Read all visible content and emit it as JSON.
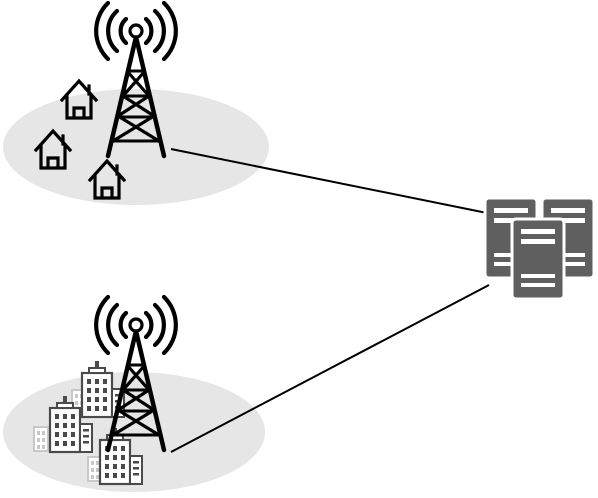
{
  "diagram": {
    "background_color": "#ffffff",
    "region_fill_color": "#e6e6e6",
    "line_color": "#000000",
    "server_color": "#5f5f5f",
    "server_detail_color": "#ffffff",
    "building_fill_color": "#ffffff",
    "building_stroke_color": "#4a4a4a",
    "ghost_building_color": "#c8c8c8",
    "nodes": [
      {
        "id": "tower-top",
        "icon": "cell-tower-icon",
        "region": "residential-houses"
      },
      {
        "id": "tower-bottom",
        "icon": "cell-tower-icon",
        "region": "urban-buildings"
      },
      {
        "id": "server-cluster",
        "icon": "server-rack-icon"
      }
    ],
    "links": [
      {
        "from": "tower-top",
        "to": "server-cluster"
      },
      {
        "from": "tower-bottom",
        "to": "server-cluster"
      }
    ]
  }
}
